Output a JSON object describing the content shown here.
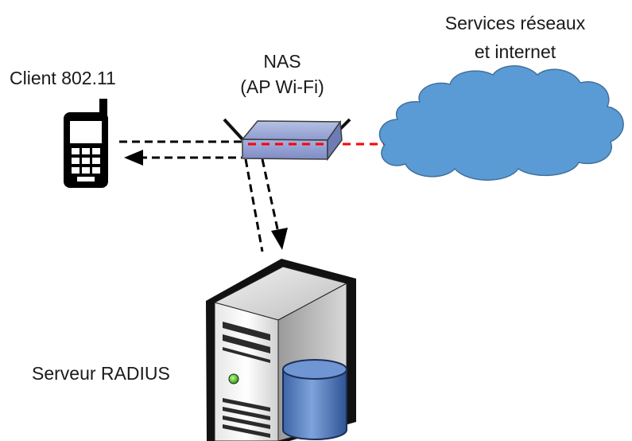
{
  "client": {
    "label": "Client 802.11",
    "icon": "mobile-phone-icon"
  },
  "nas": {
    "label_line1": "NAS",
    "label_line2": "(AP Wi-Fi)",
    "icon": "access-point-icon"
  },
  "cloud": {
    "label_line1": "Services réseaux",
    "label_line2": "et internet",
    "icon": "cloud-icon",
    "color": "#5b9bd5"
  },
  "radius": {
    "label": "Serveur RADIUS",
    "icon": "server-icon",
    "db_icon": "database-icon",
    "db_color": "#5b84c4"
  },
  "links": {
    "client_nas_color": "#000000",
    "nas_cloud_color": "#ff0000",
    "nas_radius_color": "#000000"
  }
}
